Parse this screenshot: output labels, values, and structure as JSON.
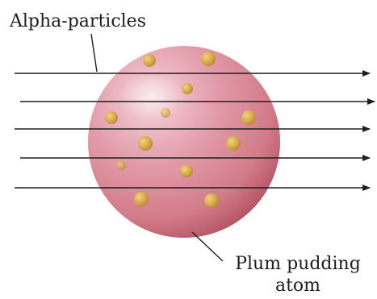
{
  "diagram": {
    "labels": {
      "alpha_particles": "Alpha-particles",
      "plum_pudding_line1": "Plum pudding",
      "plum_pudding_line2": "atom"
    },
    "colors": {
      "sphere_light": "#f6d3dc",
      "sphere_mid": "#d9818f",
      "sphere_dark": "#b55564",
      "plum_light": "#f4d27a",
      "plum_dark": "#b78a33",
      "arrow": "#1e1e1e",
      "background": "#ffffff"
    },
    "particle_path_count": 5,
    "plum_count": 12
  }
}
